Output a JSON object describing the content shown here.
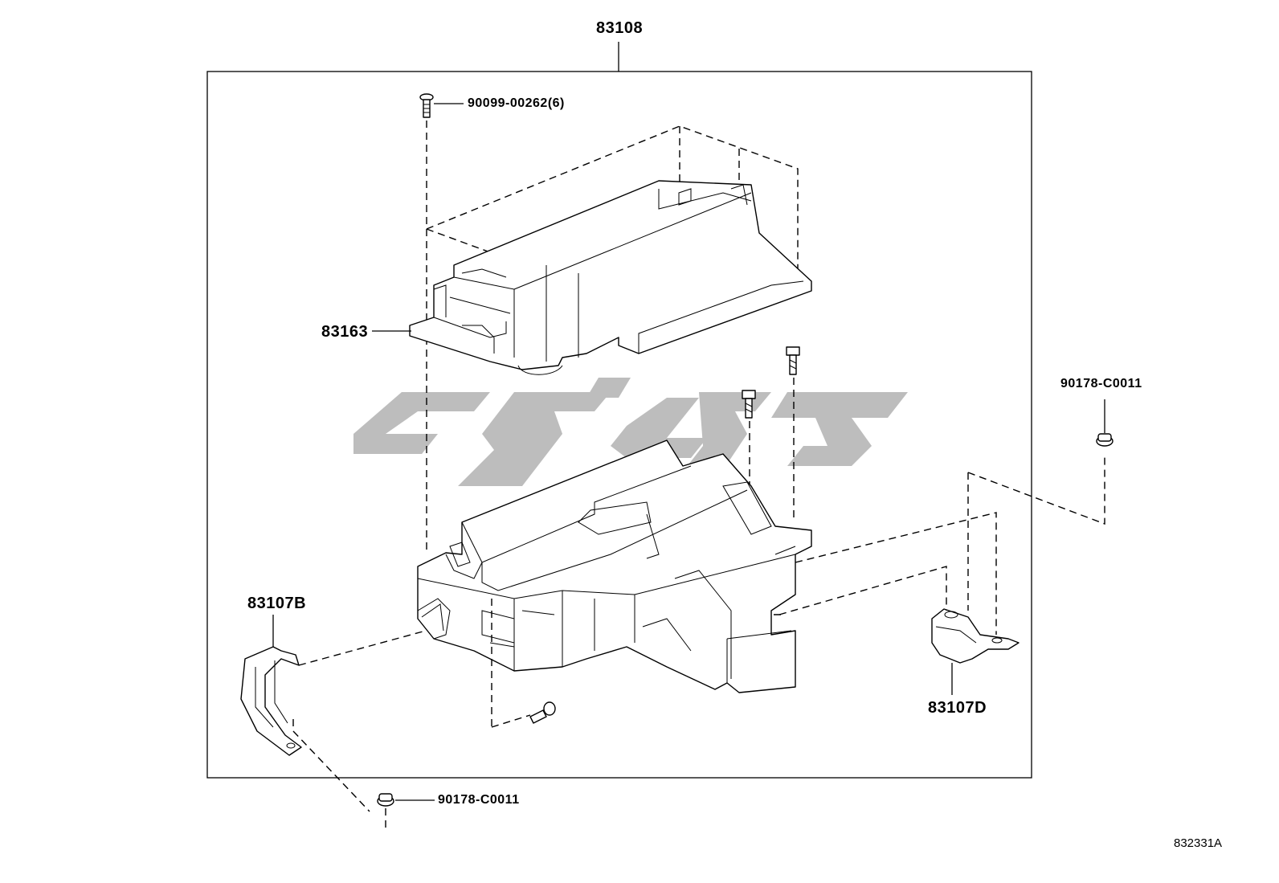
{
  "labels": {
    "assembly": "83108",
    "screw_top": "90099-00262(6)",
    "upper_case": "83163",
    "clip_right": "90178-C0011",
    "bracket_left": "83107B",
    "bracket_right": "83107D",
    "clip_bottom": "90178-C0011",
    "drawing_ref": "832331A"
  }
}
